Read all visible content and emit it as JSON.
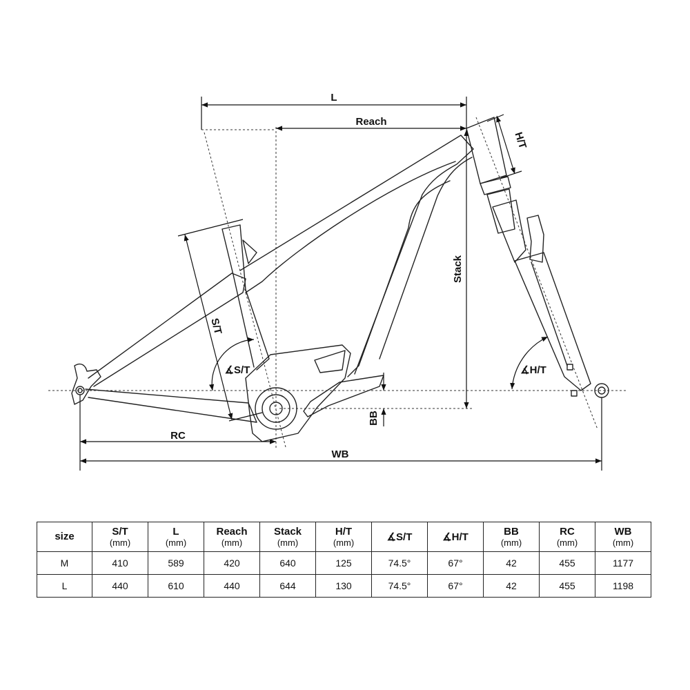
{
  "diagram": {
    "labels": {
      "L": "L",
      "reach": "Reach",
      "ht": "H/T",
      "stack": "Stack",
      "st": "S/T",
      "st_angle": "∡S/T",
      "ht_angle": "∡H/T",
      "bb": "BB",
      "rc": "RC",
      "wb": "WB"
    }
  },
  "table": {
    "size_header": "size",
    "columns": [
      {
        "name": "S/T",
        "unit": "(mm)"
      },
      {
        "name": "L",
        "unit": "(mm)"
      },
      {
        "name": "Reach",
        "unit": "(mm)"
      },
      {
        "name": "Stack",
        "unit": "(mm)"
      },
      {
        "name": "H/T",
        "unit": "(mm)"
      },
      {
        "name": "∡S/T",
        "unit": ""
      },
      {
        "name": "∡H/T",
        "unit": ""
      },
      {
        "name": "BB",
        "unit": "(mm)"
      },
      {
        "name": "RC",
        "unit": "(mm)"
      },
      {
        "name": "WB",
        "unit": "(mm)"
      }
    ],
    "rows": [
      {
        "size": "M",
        "values": [
          "410",
          "589",
          "420",
          "640",
          "125",
          "74.5°",
          "67°",
          "42",
          "455",
          "1177"
        ]
      },
      {
        "size": "L",
        "values": [
          "440",
          "610",
          "440",
          "644",
          "130",
          "74.5°",
          "67°",
          "42",
          "455",
          "1198"
        ]
      }
    ]
  }
}
